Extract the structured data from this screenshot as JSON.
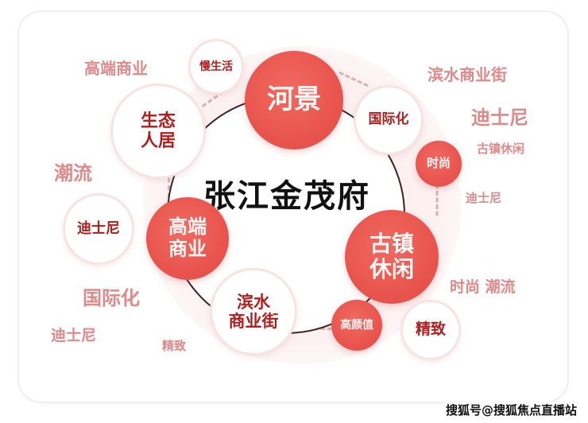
{
  "center": {
    "title": "张江金茂府"
  },
  "bubbles": {
    "hejing": "河景",
    "guojihua": "国际化",
    "shishang": "时尚",
    "guzhen": "古镇休闲",
    "guzhen_l1": "古镇",
    "guzhen_l2": "休闲",
    "gaoyanzhi": "高颜值",
    "jingzhi": "精致",
    "binshui_l1": "滨水",
    "binshui_l2": "商业街",
    "gaoduan_l1": "高端",
    "gaoduan_l2": "商业",
    "dishini": "迪士尼",
    "shengtai_l1": "生态",
    "shengtai_l2": "人居",
    "manshenghuo": "慢生活"
  },
  "tags": {
    "top_left": "高端商业",
    "left_upper": "潮流",
    "left_lower": "国际化",
    "bottom_left": "迪士尼",
    "bottom_mid": "精致",
    "top_right": "滨水商业街",
    "right_big": "迪士尼",
    "right_small": "古镇休闲",
    "right_mid": "迪士尼",
    "right_lower": "时尚 潮流"
  },
  "colors": {
    "accent_red": "#e9554e",
    "dark_red_text": "#b01e1e",
    "tag_pink": "#de8a8a",
    "title_black": "#111111"
  },
  "watermark": "搜狐号@搜狐焦点直播站"
}
